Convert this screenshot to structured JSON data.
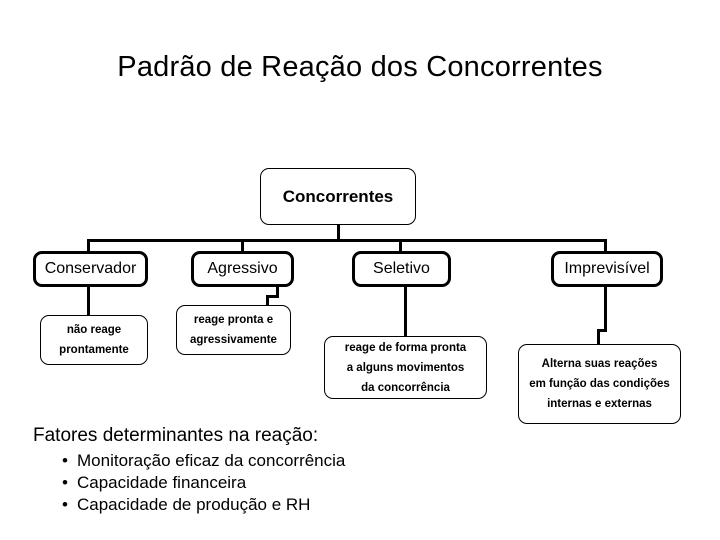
{
  "slide": {
    "title": "Padrão de Reação dos Concorrentes",
    "background_color": "#ffffff",
    "text_color": "#000000"
  },
  "diagram": {
    "root": {
      "label": "Concorrentes"
    },
    "categories": [
      {
        "label": "Conservador"
      },
      {
        "label": "Agressivo"
      },
      {
        "label": "Seletivo"
      },
      {
        "label": "Imprevisível"
      }
    ],
    "descriptions": [
      {
        "for": "Conservador",
        "lines": [
          "não reage",
          "prontamente"
        ]
      },
      {
        "for": "Agressivo",
        "lines": [
          "reage pronta e",
          "agressivamente"
        ]
      },
      {
        "for": "Seletivo",
        "lines": [
          "reage de forma pronta",
          "a alguns movimentos",
          "da concorrência"
        ]
      },
      {
        "for": "Imprevisível",
        "lines": [
          "Alterna suas reações",
          "em função das condições",
          "internas  e externas"
        ]
      }
    ]
  },
  "footer": {
    "heading": "Fatores determinantes na reação:",
    "bullet_char": "•",
    "bullets": [
      "Monitoração eficaz da concorrência",
      "Capacidade  financeira",
      "Capacidade de produção e RH"
    ]
  }
}
